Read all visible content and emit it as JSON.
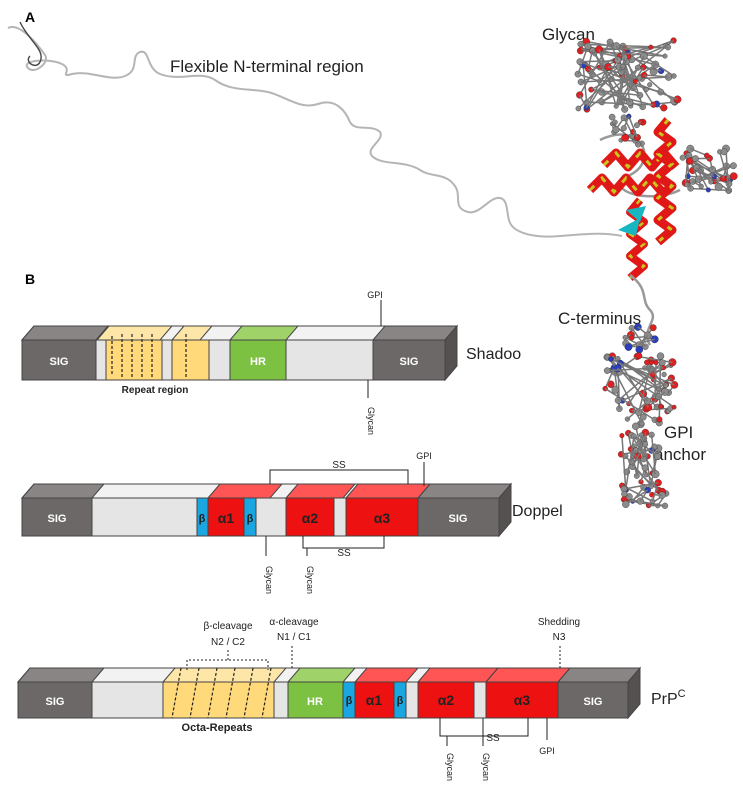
{
  "panel_a": {
    "label": "A",
    "texts": {
      "n_terminal": "Flexible N-terminal region",
      "glycan": "Glycan",
      "c_terminus": "C-terminus",
      "gpi_line1": "GPI",
      "gpi_line2": "anchor"
    }
  },
  "panel_b": {
    "label": "B",
    "shadoo": {
      "name": "Shadoo",
      "sig_left": "SIG",
      "sig_right": "SIG",
      "hr": "HR",
      "repeat_region": "Repeat region",
      "gpi": "GPI",
      "glycan": "Glycan"
    },
    "doppel": {
      "name": "Doppel",
      "sig_left": "SIG",
      "sig_right": "SIG",
      "beta1": "β",
      "alpha1": "α1",
      "beta2": "β",
      "alpha2": "α2",
      "alpha3": "α3",
      "ss_top": "SS",
      "ss_bottom": "SS",
      "gpi": "GPI",
      "glycan1": "Glycan",
      "glycan2": "Glycan"
    },
    "prpc": {
      "name": "PrP",
      "name_sup": "C",
      "sig_left": "SIG",
      "sig_right": "SIG",
      "hr": "HR",
      "beta1": "β",
      "alpha1": "α1",
      "beta2": "β",
      "alpha2": "α2",
      "alpha3": "α3",
      "octa_repeats": "Octa-Repeats",
      "beta_cleavage_1": "β-cleavage",
      "beta_cleavage_2": "N2 / C2",
      "alpha_cleavage_1": "α-cleavage",
      "alpha_cleavage_2": "N1 / C1",
      "shedding_1": "Shedding",
      "shedding_2": "N3",
      "ss": "SS",
      "glycan1": "Glycan",
      "glycan2": "Glycan",
      "gpi": "GPI"
    }
  },
  "colors": {
    "sig": "#6d6868",
    "sig_top": "#8a8585",
    "sig_side": "#565151",
    "grey_region": "#e5e5e5",
    "grey_top": "#f0f0f0",
    "repeats": "#ffd97a",
    "hr": "#7cc142",
    "alpha": "#ee1111",
    "beta": "#1aa6e0",
    "helix_red": "#e01818",
    "helix_yellow": "#c8c81a",
    "ball_grey": "#8c8c8c",
    "ball_red": "#e02020",
    "ball_blue": "#2a3fbf",
    "sheet_cyan": "#18b6c0"
  }
}
